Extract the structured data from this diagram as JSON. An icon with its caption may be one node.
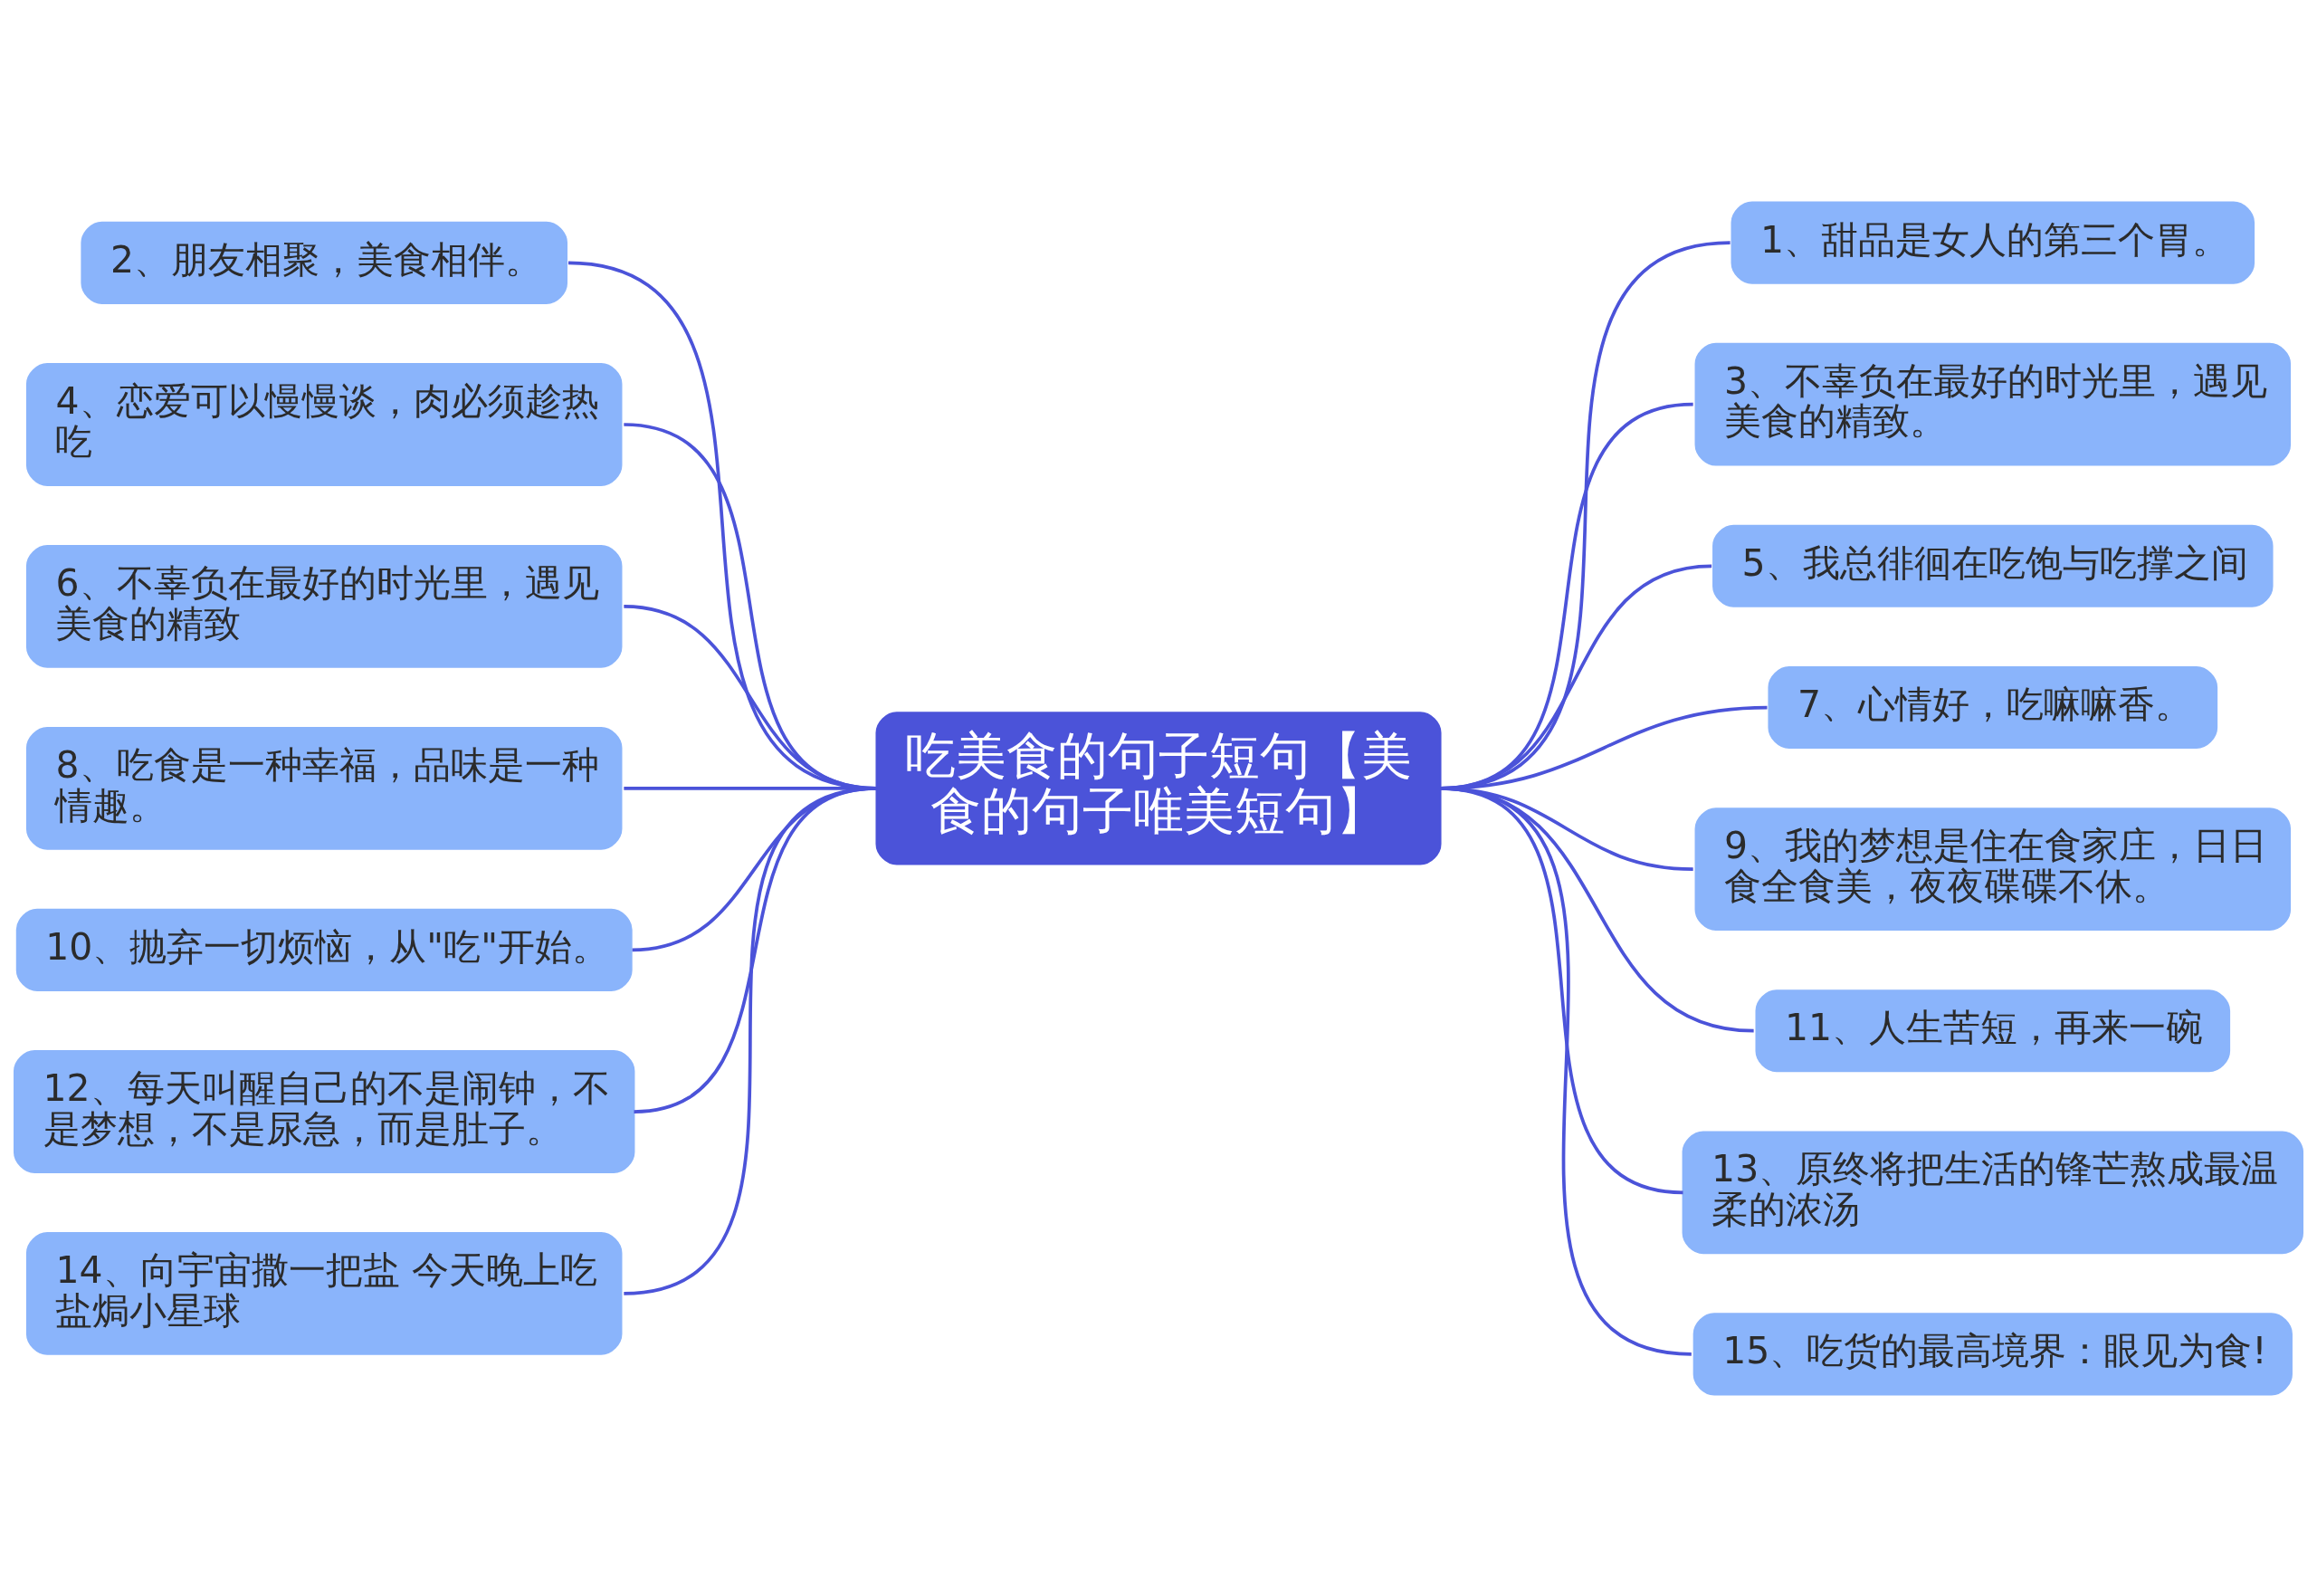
{
  "diagram": {
    "nodes": [
      {
        "text": [
          "吃美食的句子短句【美食的句子唯美短句】"
        ]
      },
      {
        "text": [
          "1、甜品是女人的第三个胃。"
        ]
      },
      {
        "text": [
          "2、朋友相聚，美食相伴。"
        ]
      },
      {
        "text": [
          "3、不辜负在最好的时光里，遇见美食的精致。"
        ]
      },
      {
        "text": [
          "4、恋爱可以慢慢谈，肉必须趁热吃"
        ]
      },
      {
        "text": [
          "5、我总徘徊在吃饱与吃撑之间"
        ]
      },
      {
        "text": [
          "6、不辜负在最好的时光里，遇见美食的精致"
        ]
      },
      {
        "text": [
          "7、心情好，吃嘛嘛香。"
        ]
      },
      {
        "text": [
          "8、吃食是一种幸福，品味是一种情趣。"
        ]
      },
      {
        "text": [
          "9、我的梦想是住在食家庄，日日食全食美，夜夜碟碟不休。"
        ]
      },
      {
        "text": [
          "10、抛弃一切烦恼，从\"吃\"开始。"
        ]
      },
      {
        "text": [
          "11、人生苦短，再来一碗"
        ]
      },
      {
        "text": [
          "12、每天叫醒自己的不是闹钟，不是梦想，不是尿急，而是肚子。"
        ]
      },
      {
        "text": [
          "13、原终将把生活的锋芒熬成最温柔的浓汤"
        ]
      },
      {
        "text": [
          "14、向宇宙撒一把盐 今天晚上吃盐焗小星球"
        ]
      },
      {
        "text": [
          "15、吃货的最高境界：眼见为食!"
        ]
      }
    ],
    "edges": [
      {
        "from": 0,
        "to": 1,
        "arrow": "none"
      },
      {
        "from": 2,
        "to": 0,
        "arrow": "none"
      },
      {
        "from": 0,
        "to": 3,
        "arrow": "none"
      },
      {
        "from": 4,
        "to": 0,
        "arrow": "none"
      },
      {
        "from": 0,
        "to": 5,
        "arrow": "none"
      },
      {
        "from": 6,
        "to": 0,
        "arrow": "none"
      },
      {
        "from": 0,
        "to": 7,
        "arrow": "none"
      },
      {
        "from": 8,
        "to": 0,
        "arrow": "none"
      },
      {
        "from": 0,
        "to": 9,
        "arrow": "none"
      },
      {
        "from": 10,
        "to": 0,
        "arrow": "none"
      },
      {
        "from": 0,
        "to": 11,
        "arrow": "none"
      },
      {
        "from": 12,
        "to": 0,
        "arrow": "none"
      },
      {
        "from": 0,
        "to": 13,
        "arrow": "none"
      },
      {
        "from": 14,
        "to": 0,
        "arrow": "none"
      },
      {
        "from": 0,
        "to": 15,
        "arrow": "none"
      }
    ]
  }
}
